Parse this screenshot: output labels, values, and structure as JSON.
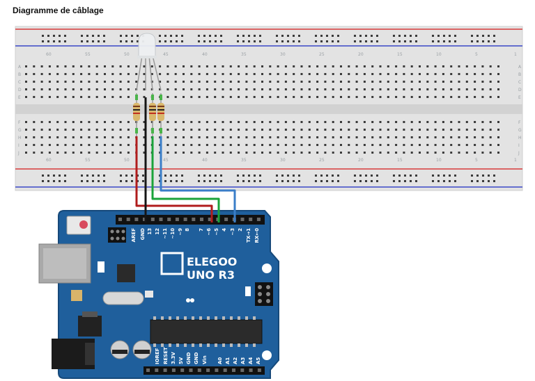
{
  "title": "Diagramme de câblage",
  "board": {
    "brand": "ELEGOO",
    "model": "UNO R3",
    "top_pins": [
      "AREF",
      "GND",
      "13",
      "12",
      "~11",
      "~10",
      "~9",
      "8",
      "7",
      "~6",
      "~5",
      "4",
      "~3",
      "2",
      "TX→1",
      "RX←0"
    ],
    "power_pins": [
      "IOREF",
      "RESET",
      "3.3V",
      "5V",
      "GND",
      "GND",
      "Vin"
    ],
    "analog_pins": [
      "A0",
      "A1",
      "A2",
      "A3",
      "A4",
      "A5"
    ]
  },
  "breadboard": {
    "column_numbers_top": [
      "60",
      "55",
      "50",
      "45",
      "40",
      "35",
      "30",
      "25",
      "20",
      "15",
      "10",
      "5",
      "1"
    ],
    "row_letters_upper": [
      "A",
      "B",
      "C",
      "D",
      "E"
    ],
    "row_letters_lower": [
      "F",
      "G",
      "H",
      "I",
      "J"
    ]
  },
  "colors": {
    "board": "#1f5f9c",
    "board_dark": "#16497a",
    "breadboard": "#e2e2e2",
    "rail_red": "#d83a3a",
    "rail_blue": "#3a48c8",
    "wire_red": "#b01c1c",
    "wire_black": "#151515",
    "wire_green": "#1aa33a",
    "wire_blue": "#3a7ec8"
  },
  "components": {
    "led": "rgb-led-common-cathode",
    "resistors": 3
  }
}
